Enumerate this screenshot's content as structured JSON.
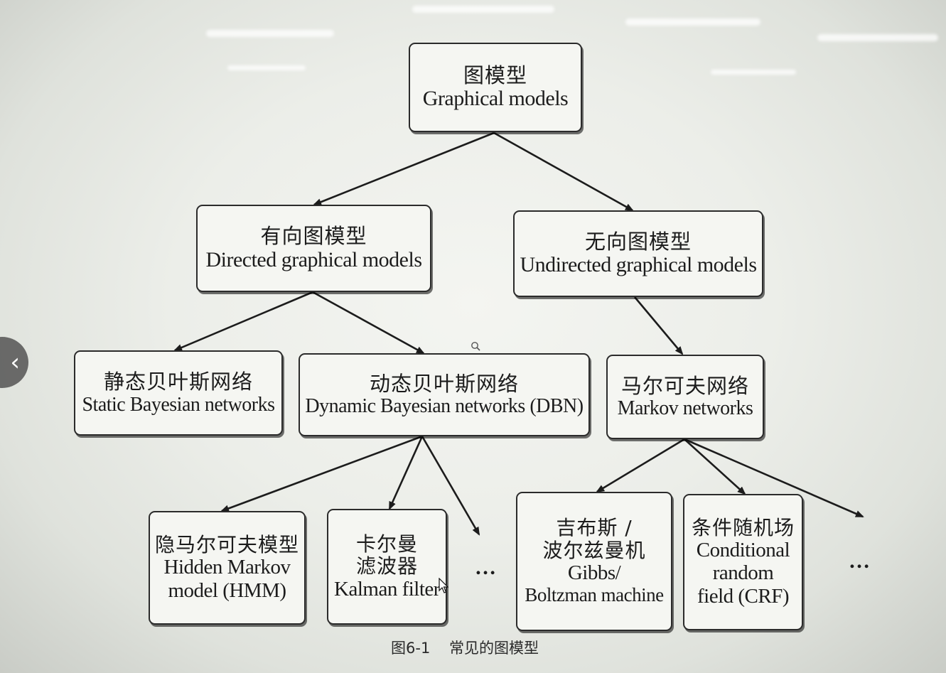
{
  "diagram": {
    "root": {
      "zh": "图模型",
      "en": "Graphical models"
    },
    "directed": {
      "zh": "有向图模型",
      "en": "Directed graphical models"
    },
    "undirected": {
      "zh": "无向图模型",
      "en": "Undirected graphical models"
    },
    "static_bn": {
      "zh": "静态贝叶斯网络",
      "en": "Static Bayesian networks"
    },
    "dynamic_bn": {
      "zh": "动态贝叶斯网络",
      "en": "Dynamic Bayesian networks (DBN)"
    },
    "markov": {
      "zh": "马尔可夫网络",
      "en": "Markov networks"
    },
    "hmm": {
      "zh": "隐马尔可夫模型",
      "en1": "Hidden Markov",
      "en2": "model (HMM)"
    },
    "kalman": {
      "zh1": "卡尔曼",
      "zh2": "滤波器",
      "en": "Kalman filter"
    },
    "gibbs": {
      "zh1": "吉布斯 /",
      "zh2": "波尔兹曼机",
      "en1": "Gibbs/",
      "en2": "Boltzman machine"
    },
    "crf": {
      "zh": "条件随机场",
      "en1": "Conditional",
      "en2": "random",
      "en3": "field (CRF)"
    },
    "ellipsis_dbn": "…",
    "ellipsis_markov": "…"
  },
  "caption": "图6-1    常见的图模型",
  "icons": {
    "nav": "chevron-left-icon",
    "zoom": "zoom-icon",
    "cursor": "cursor-icon"
  },
  "colors": {
    "stroke": "#2b2b2b",
    "node_fill": "#f5f6f2"
  }
}
